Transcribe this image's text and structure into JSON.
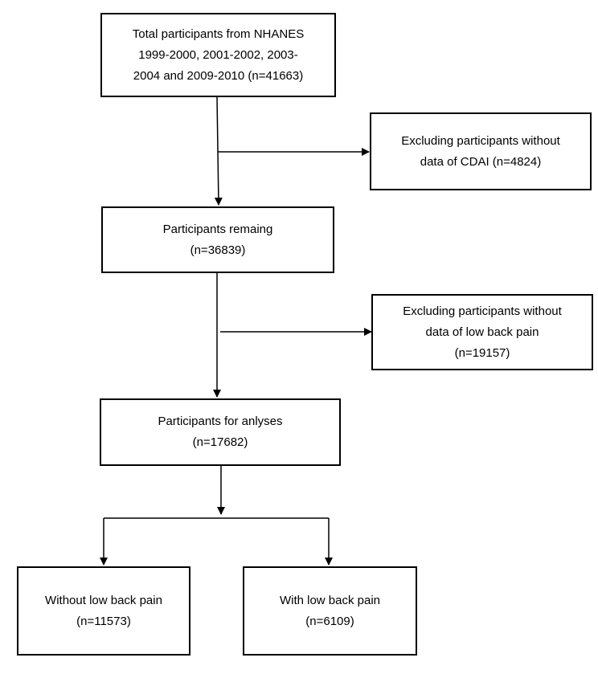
{
  "boxes": {
    "total": {
      "line1": "Total participants from NHANES",
      "line2": "1999-2000, 2001-2002, 2003-",
      "line3": "2004 and 2009-2010 (n=41663)"
    },
    "exclude_cdai": {
      "line1": "Excluding participants without",
      "line2": "data of CDAI (n=4824)"
    },
    "remaining": {
      "line1": "Participants remaing",
      "line2": "(n=36839)"
    },
    "exclude_lbp": {
      "line1": "Excluding participants without",
      "line2": "data of low back pain",
      "line3": "(n=19157)"
    },
    "analyses": {
      "line1": "Participants for anlyses",
      "line2": "(n=17682)"
    },
    "without_lbp": {
      "line1": "Without low back pain",
      "line2": "(n=11573)"
    },
    "with_lbp": {
      "line1": "With low back pain",
      "line2": "(n=6109)"
    }
  }
}
